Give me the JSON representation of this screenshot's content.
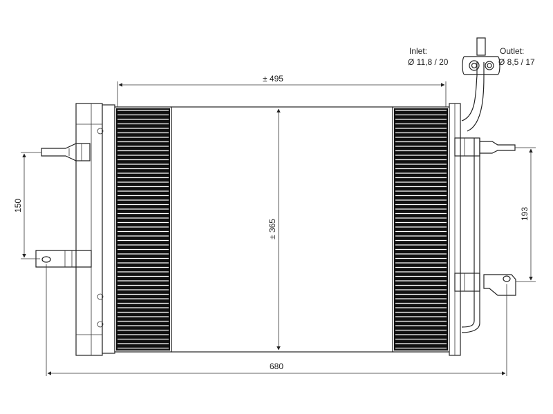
{
  "dimensions": {
    "width_top": "± 495",
    "height_center": "± 365",
    "overall_width": "680",
    "left_bracket_spacing": "150",
    "right_bracket_spacing": "193"
  },
  "ports": {
    "inlet_label": "Inlet:",
    "inlet_size": "Ø 11,8 / 20",
    "outlet_label": "Outlet:",
    "outlet_size": "Ø 8,5 / 17"
  }
}
